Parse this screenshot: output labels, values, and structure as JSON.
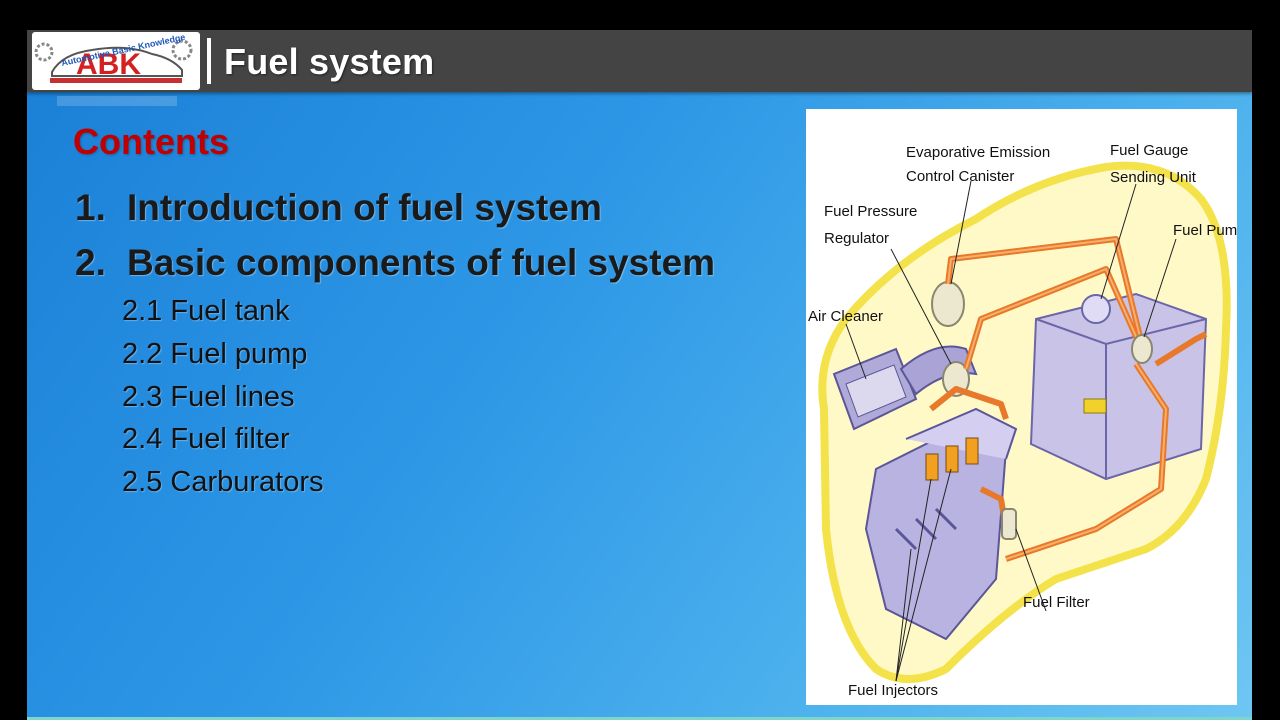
{
  "header": {
    "logo_text": "Automotive Basic Knowledge",
    "logo_initials": "ABK",
    "title": "Fuel system"
  },
  "contents": {
    "heading": "Contents",
    "main_items": [
      {
        "number": "1.",
        "label": "Introduction of fuel system"
      },
      {
        "number": "2.",
        "label": "Basic components of fuel system"
      }
    ],
    "sub_items": [
      "2.1 Fuel tank",
      "2.2 Fuel pump",
      "2.3 Fuel lines",
      "2.4 Fuel filter",
      "2.5 Carburators"
    ]
  },
  "diagram": {
    "labels": {
      "evap_line1": "Evaporative Emission",
      "evap_line2": "Control Canister",
      "gauge_line1": "Fuel Gauge",
      "gauge_line2": "Sending Unit",
      "regulator_line1": "Fuel Pressure",
      "regulator_line2": "Regulator",
      "fuel_pump": "Fuel Pump",
      "air_cleaner": "Air Cleaner",
      "fuel_filter": "Fuel Filter",
      "fuel_injectors": "Fuel Injectors"
    }
  },
  "colors": {
    "header_bg": "#444444",
    "contents_heading": "#c00000",
    "fuel_line": "#e8782a",
    "car_outline": "#f3e24a"
  }
}
